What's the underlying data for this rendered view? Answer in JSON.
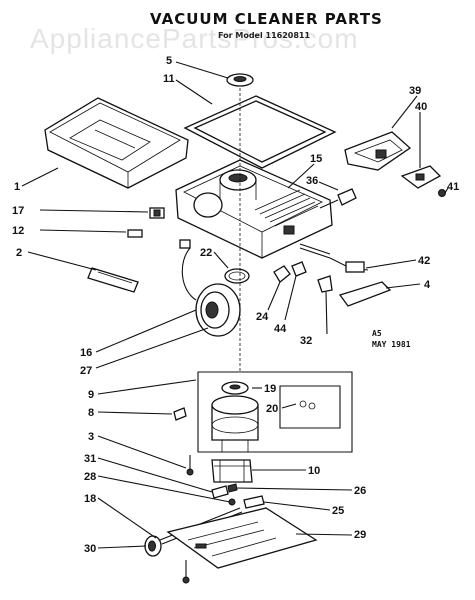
{
  "title": "VACUUM CLEANER PARTS",
  "subtitle": "For Model 11620811",
  "watermark": "AppliancePartsPros.com",
  "stamp": {
    "line1": "A5",
    "line2": "MAY 1981"
  },
  "callouts": [
    "5",
    "11",
    "39",
    "40",
    "15",
    "36",
    "41",
    "1",
    "17",
    "12",
    "22",
    "2",
    "42",
    "4",
    "24",
    "44",
    "32",
    "16",
    "27",
    "9",
    "19",
    "8",
    "20",
    "3",
    "10",
    "31",
    "26",
    "28",
    "25",
    "18",
    "29",
    "30"
  ]
}
